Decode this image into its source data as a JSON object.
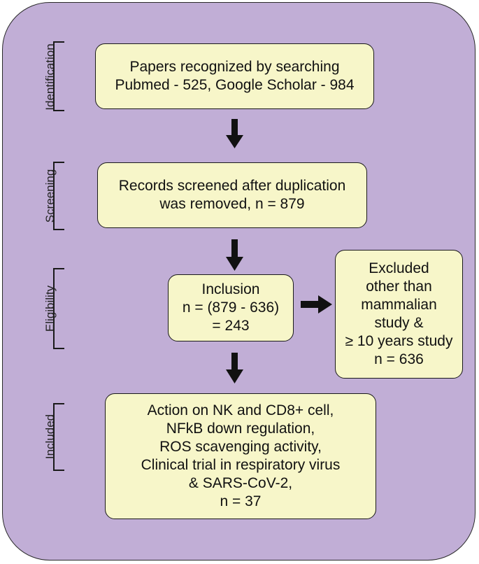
{
  "stages": {
    "identification": "Identification",
    "screening": "Screening",
    "eligibility": "Eligibility",
    "included": "Included"
  },
  "boxes": {
    "identified": [
      "Papers recognized by searching",
      "Pubmed - 525, Google Scholar - 984"
    ],
    "screened": [
      "Records screened after duplication",
      "was removed, n = 879"
    ],
    "inclusion": [
      "Inclusion",
      "n = (879 - 636)",
      "= 243"
    ],
    "excluded": [
      "Excluded",
      "other than",
      "mammalian",
      "study &",
      "≥ 10 years study",
      "n = 636"
    ],
    "included": [
      "Action on NK and CD8+ cell,",
      "NFkB down regulation,",
      "ROS scavenging activity,",
      "Clinical trial in respiratory virus",
      "& SARS-CoV-2,",
      "n = 37"
    ]
  },
  "colors": {
    "panel": "#c1aed6",
    "box": "#f7f6c9",
    "arrow": "#111111"
  }
}
